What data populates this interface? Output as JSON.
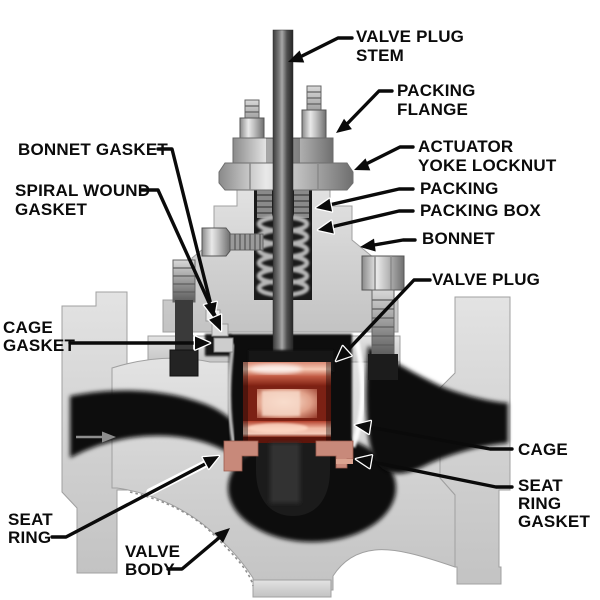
{
  "figure": {
    "kind": "technical-cutaway-diagram",
    "subject": "Globe control valve cross-section with labeled parts",
    "background": "#ffffff"
  },
  "colors": {
    "ink": "#0a0a0a",
    "body_metal": "#d6d6d6",
    "dark_passage": "#0e0e0e",
    "cage_highlight_red": "#c2402e",
    "seat_ring_salmon": "#c8897a",
    "flow_arrow_gray": "#8d8d8d"
  },
  "flow": {
    "direction": "right"
  },
  "callouts": [
    {
      "id": "valve-plug-stem",
      "side": "right",
      "lines": [
        "VALVE PLUG",
        "STEM"
      ]
    },
    {
      "id": "packing-flange",
      "side": "right",
      "lines": [
        "PACKING",
        "FLANGE"
      ]
    },
    {
      "id": "actuator-yoke-locknut",
      "side": "right",
      "lines": [
        "ACTUATOR",
        "YOKE LOCKNUT"
      ]
    },
    {
      "id": "bonnet-gasket",
      "side": "left",
      "lines": [
        "BONNET GASKET"
      ]
    },
    {
      "id": "spiral-wound-gasket",
      "side": "left",
      "lines": [
        "SPIRAL WOUND",
        "GASKET"
      ]
    },
    {
      "id": "packing",
      "side": "right",
      "lines": [
        "PACKING"
      ]
    },
    {
      "id": "packing-box",
      "side": "right",
      "lines": [
        "PACKING BOX"
      ]
    },
    {
      "id": "bonnet",
      "side": "right",
      "lines": [
        "BONNET"
      ]
    },
    {
      "id": "valve-plug",
      "side": "right",
      "lines": [
        "VALVE PLUG"
      ]
    },
    {
      "id": "cage-gasket",
      "side": "left",
      "lines": [
        "CAGE",
        "GASKET"
      ]
    },
    {
      "id": "cage",
      "side": "right",
      "lines": [
        "CAGE"
      ]
    },
    {
      "id": "seat-ring-gasket",
      "side": "right",
      "lines": [
        "SEAT",
        "RING",
        "GASKET"
      ]
    },
    {
      "id": "seat-ring",
      "side": "left",
      "lines": [
        "SEAT",
        "RING"
      ]
    },
    {
      "id": "valve-body",
      "side": "left",
      "lines": [
        "VALVE",
        "BODY"
      ]
    }
  ]
}
